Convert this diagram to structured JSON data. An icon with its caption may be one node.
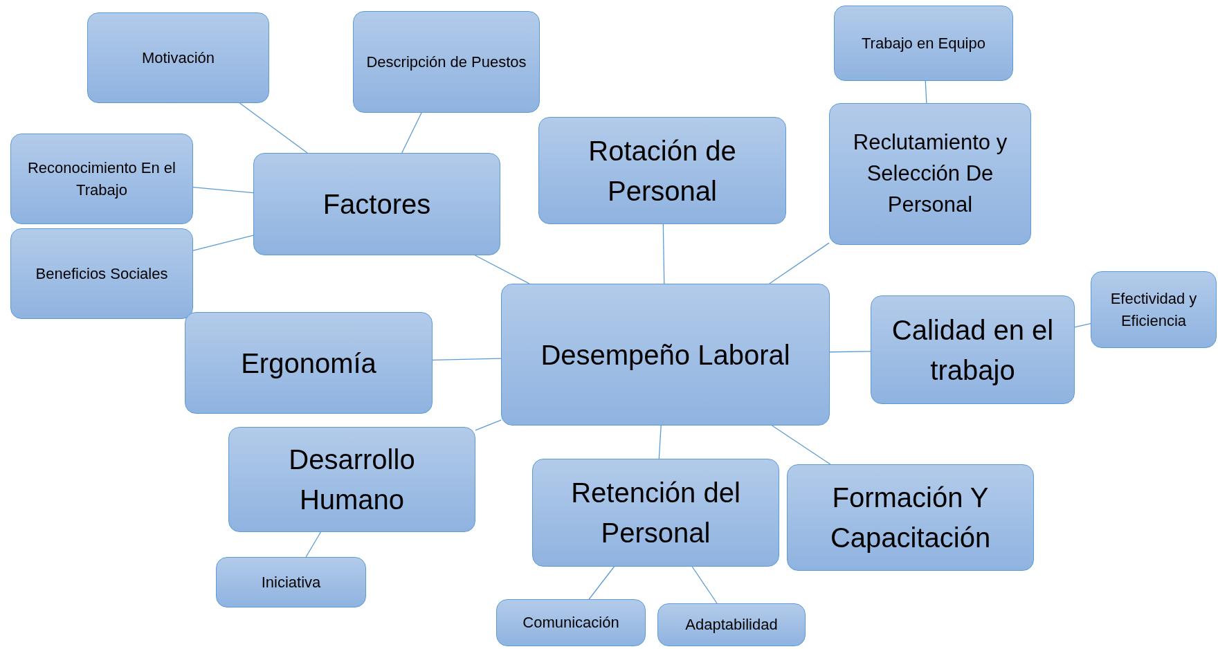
{
  "diagram": {
    "nodes": [
      {
        "text": [
          "Desempeño Laboral"
        ]
      },
      {
        "text": [
          "Factores"
        ]
      },
      {
        "text": [
          "Motivación"
        ]
      },
      {
        "text": [
          "Descripción de Puestos"
        ]
      },
      {
        "text": [
          "Reconocimiento En el Trabajo"
        ]
      },
      {
        "text": [
          "Beneficios Sociales"
        ]
      },
      {
        "text": [
          "Rotación de Personal"
        ]
      },
      {
        "text": [
          "Trabajo en Equipo"
        ]
      },
      {
        "text": [
          "Reclutamiento y Selección De Personal"
        ]
      },
      {
        "text": [
          "Calidad en el trabajo"
        ]
      },
      {
        "text": [
          "Efectividad y Eficiencia"
        ]
      },
      {
        "text": [
          "Ergonomía"
        ]
      },
      {
        "text": [
          "Desarrollo Humano"
        ]
      },
      {
        "text": [
          "Iniciativa"
        ]
      },
      {
        "text": [
          "Retención del Personal"
        ]
      },
      {
        "text": [
          "Formación Y Capacitación"
        ]
      },
      {
        "text": [
          "Comunicación"
        ]
      },
      {
        "text": [
          "Adaptabilidad"
        ]
      }
    ],
    "edges": [
      {
        "from": 1,
        "to": 2,
        "arrow": "none"
      },
      {
        "from": 1,
        "to": 3,
        "arrow": "none"
      },
      {
        "from": 1,
        "to": 4,
        "arrow": "none"
      },
      {
        "from": 1,
        "to": 5,
        "arrow": "none"
      },
      {
        "from": 0,
        "to": 1,
        "arrow": "none"
      },
      {
        "from": 0,
        "to": 6,
        "arrow": "none"
      },
      {
        "from": 8,
        "to": 7,
        "arrow": "none"
      },
      {
        "from": 0,
        "to": 8,
        "arrow": "none"
      },
      {
        "from": 0,
        "to": 9,
        "arrow": "none"
      },
      {
        "from": 9,
        "to": 10,
        "arrow": "none"
      },
      {
        "from": 0,
        "to": 11,
        "arrow": "none"
      },
      {
        "from": 0,
        "to": 12,
        "arrow": "none"
      },
      {
        "from": 12,
        "to": 13,
        "arrow": "none"
      },
      {
        "from": 0,
        "to": 14,
        "arrow": "none"
      },
      {
        "from": 14,
        "to": 16,
        "arrow": "none"
      },
      {
        "from": 14,
        "to": 17,
        "arrow": "none"
      },
      {
        "from": 0,
        "to": 15,
        "arrow": "none"
      }
    ]
  }
}
